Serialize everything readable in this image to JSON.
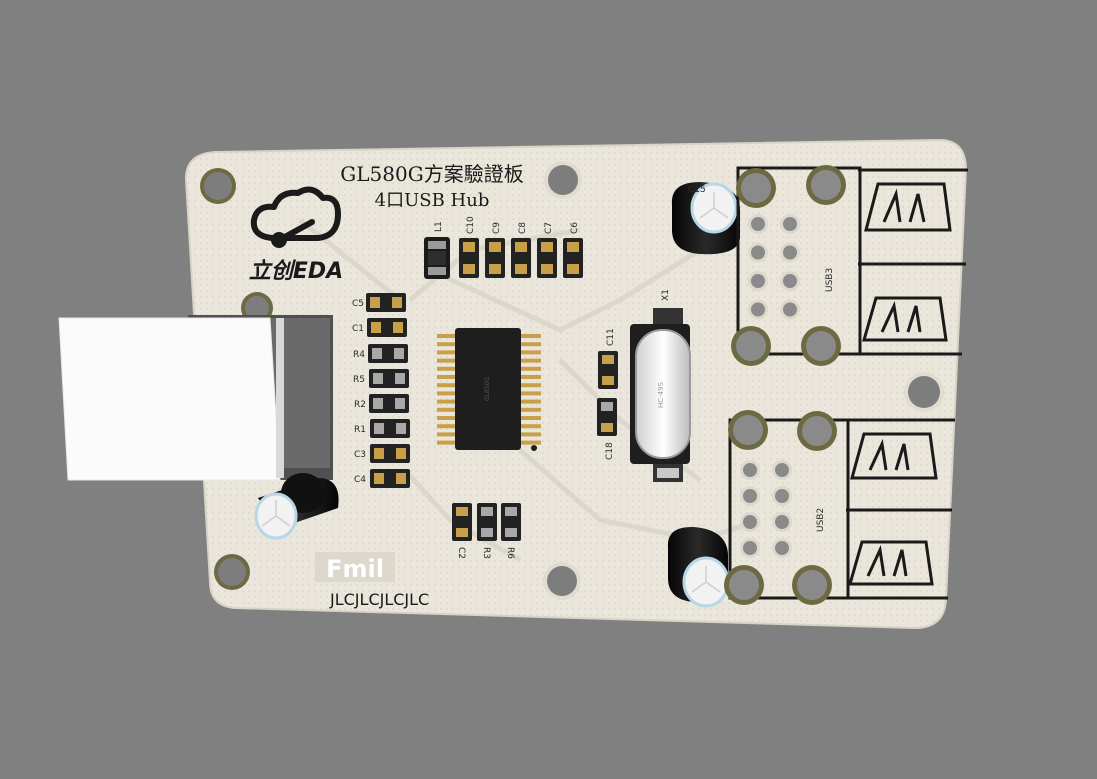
{
  "board": {
    "title_line1": "GL580G方案驗證板",
    "title_line2": "4口USB  Hub",
    "brand_text": "立创EDA",
    "bottom_text": "JLCJLCJLCJLC",
    "fmil_text": "Fmil",
    "chip_marking": "GL850G",
    "crystal_marking": "HC-49S"
  },
  "refs": {
    "L1": "L1",
    "C10": "C10",
    "C9": "C9",
    "C8": "C8",
    "C7": "C7",
    "C6": "C6",
    "C5": "C5",
    "C1": "C1",
    "R4": "R4",
    "R5": "R5",
    "R2": "R2",
    "R1": "R1",
    "C3": "C3",
    "C4": "C4",
    "C2": "C2",
    "R3": "R3",
    "R6": "R6",
    "C11": "C11",
    "C18": "C18",
    "X1": "X1",
    "C15": "C15",
    "USB3": "USB3",
    "USB2": "USB2"
  },
  "colors": {
    "background": "#808080",
    "board": "#eae6dc",
    "silkscreen": "#1a1a1a",
    "pad_gold": "#c9a04a",
    "component_dark": "#222222"
  }
}
